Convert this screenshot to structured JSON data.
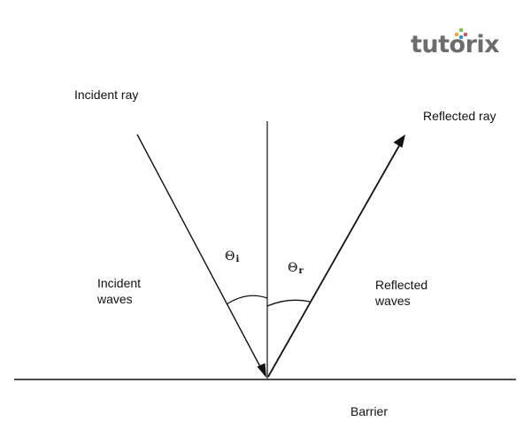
{
  "logo": {
    "text": "tutorix",
    "colors": [
      "#7cc242",
      "#f5a623",
      "#e94e4e",
      "#3b8fd9"
    ]
  },
  "labels": {
    "incident_ray": "Incident ray",
    "reflected_ray": "Reflected ray",
    "incident_waves_line1": "Incident",
    "incident_waves_line2": "waves",
    "reflected_waves_line1": "Reflected",
    "reflected_waves_line2": "waves",
    "barrier": "Barrier"
  },
  "angles": {
    "incident_symbol": "Θ",
    "incident_sub": "i",
    "reflected_symbol": "Θ",
    "reflected_sub": "r"
  },
  "colors": {
    "line": "#111111",
    "text": "#111111"
  }
}
